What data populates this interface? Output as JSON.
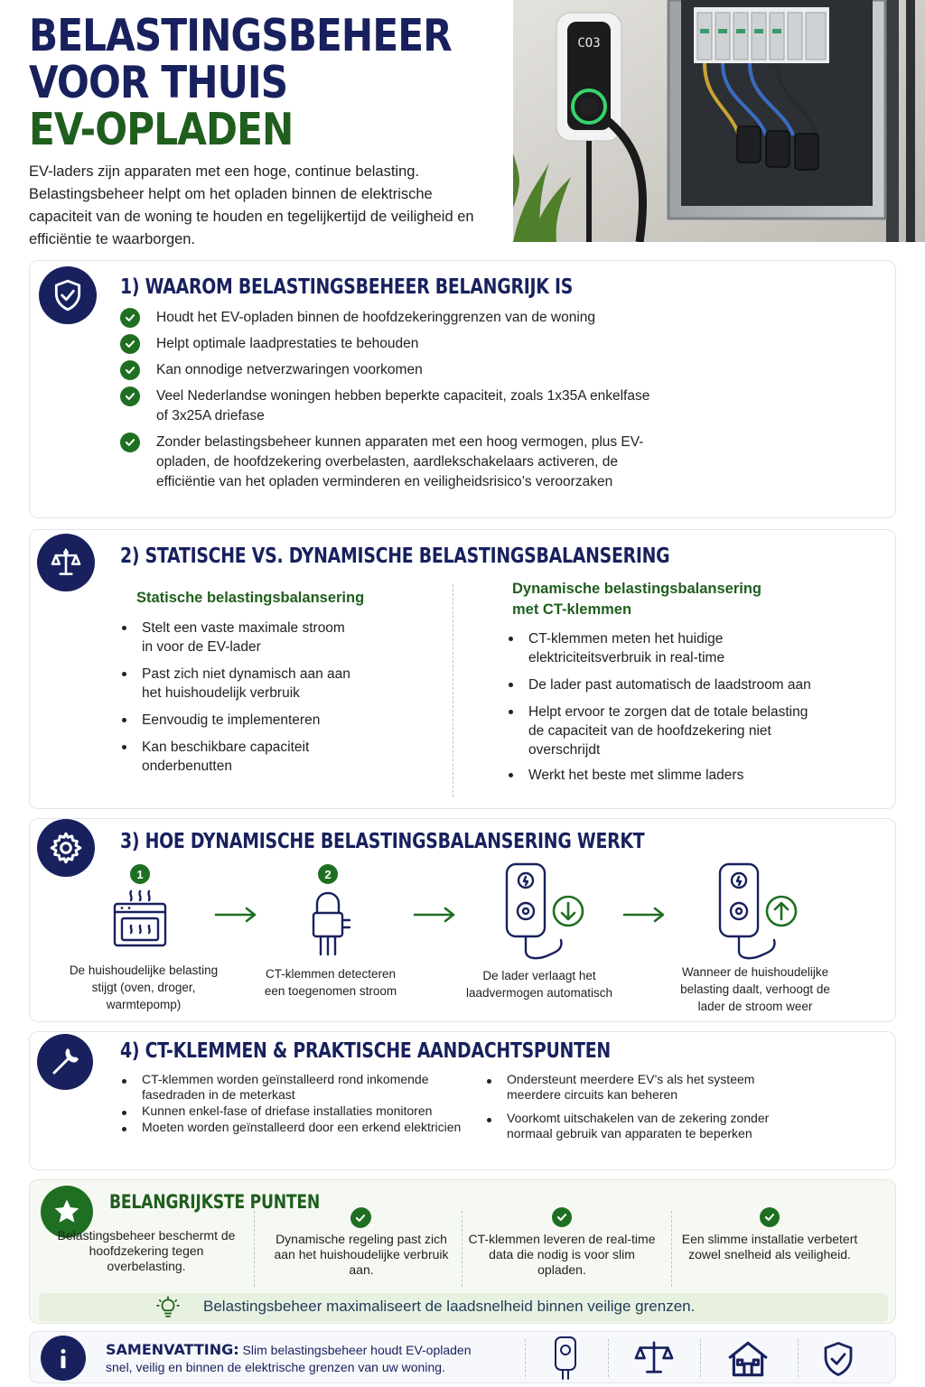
{
  "header": {
    "title_line1": "BELASTINGSBEHEER",
    "title_line2": "VOOR THUIS",
    "title_line3": "EV-OPLADEN",
    "intro": "EV-laders zijn apparaten met een hoge, continue belasting. Belastingsbeheer helpt om het opladen binnen de elektrische capaciteit van de woning te houden en tegelijkertijd de veiligheid en efficiëntie te waarborgen."
  },
  "photo": {
    "charger_display": "CO3"
  },
  "section1": {
    "title": "1) WAAROM BELASTINGSBEHEER BELANGRIJK IS",
    "items": [
      "Houdt het EV-opladen binnen de hoofdzekeringgrenzen van de woning",
      "Helpt optimale laadprestaties te behouden",
      "Kan onnodige netverzwaringen voorkomen",
      "Veel Nederlandse woningen hebben beperkte capaciteit, zoals 1x35A enkelfase of 3x25A driefase",
      "Zonder belastingsbeheer kunnen apparaten met een hoog vermogen, plus EV-opladen, de hoofdzekering overbelasten, aardlekschakelaars activeren, de efficiëntie van het opladen verminderen en veiligheidsrisico’s veroorzaken"
    ]
  },
  "section2": {
    "title": "2) STATISCHE VS. DYNAMISCHE BELASTINGSBALANSERING",
    "static_title": "Statische belastingsbalansering",
    "static_items": [
      "Stelt een vaste maximale stroom in voor de EV-lader",
      "Past zich niet dynamisch aan aan het huishoudelijk verbruik",
      "Eenvoudig te implementeren",
      "Kan beschikbare capaciteit onderbenutten"
    ],
    "dynamic_title": "Dynamische belastingsbalansering met CT-klemmen",
    "dynamic_items": [
      "CT-klemmen meten het huidige elektriciteitsverbruik in real-time",
      "De lader past automatisch de laadstroom aan",
      "Helpt ervoor te zorgen dat de totale belasting de capaciteit van de hoofdzekering niet overschrijdt",
      "Werkt het beste met slimme laders"
    ]
  },
  "section3": {
    "title": "3) HOE DYNAMISCHE BELASTINGSBALANSERING WERKT",
    "steps": [
      {
        "num": "1",
        "caption": "De huishoudelijke belasting stijgt (oven, droger, warmtepomp)",
        "icon": "oven-icon"
      },
      {
        "num": "2",
        "caption": "CT-klemmen detecteren een toegenomen stroom",
        "icon": "ct-clamp-icon"
      },
      {
        "caption": "De lader verlaagt het laadvermogen automatisch",
        "icon": "charger-down-icon"
      },
      {
        "caption": "Wanneer de huishoudelijke belasting daalt, verhoogt de lader de stroom weer",
        "icon": "charger-up-icon"
      }
    ]
  },
  "section4": {
    "title": "4) CT-KLEMMEN & PRAKTISCHE AANDACHTSPUNTEN",
    "left_items": [
      "CT-klemmen worden geïnstalleerd rond inkomende fasedraden in de meterkast",
      "Kunnen enkel-fase of driefase installaties monitoren",
      "Moeten worden geïnstalleerd door een erkend elektricien"
    ],
    "right_items": [
      "Ondersteunt meerdere EV’s als het systeem meerdere circuits kan beheren",
      "Voorkomt uitschakelen van de zekering zonder normaal gebruik van apparaten te beperken"
    ]
  },
  "key_points": {
    "title": "BELANGRIJKSTE PUNTEN",
    "items": [
      "Belastingsbeheer beschermt de hoofdzekering tegen overbelasting.",
      "Dynamische regeling past zich aan het huishoudelijke verbruik aan.",
      "CT-klemmen leveren de real-time data die nodig is voor slim opladen.",
      "Een slimme installatie verbetert zowel snelheid als veiligheid."
    ],
    "banner": "Belastingsbeheer maximaliseert de laadsnelheid binnen veilige grenzen."
  },
  "summary": {
    "label": "SAMENVATTING:",
    "text_line1": "Slim belastingsbeheer houdt EV-opladen",
    "text_line2": "snel, veilig en binnen de elektrische grenzen van uw woning.",
    "icons": [
      "charger-icon",
      "scale-icon",
      "house-icon",
      "shield-check-icon"
    ]
  },
  "colors": {
    "navy": "#18215e",
    "green": "#1f6f22",
    "light_green": "#e8f1e0"
  }
}
